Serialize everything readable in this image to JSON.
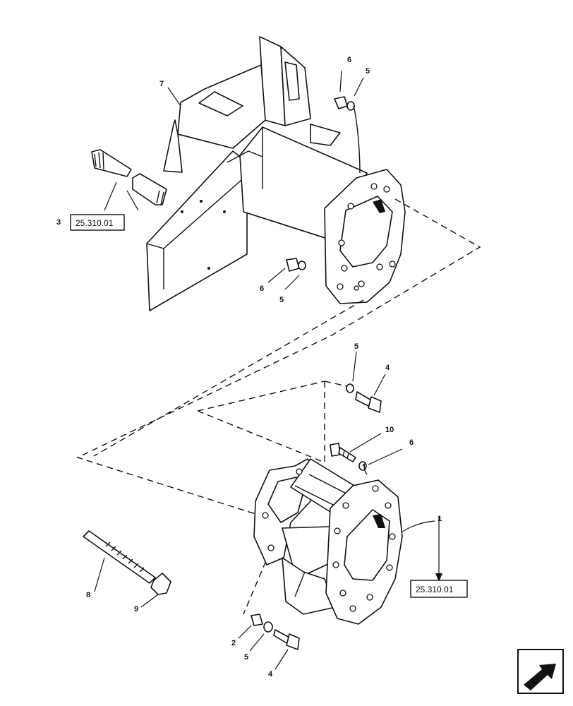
{
  "callouts": {
    "c7": "7",
    "c6_top": "6",
    "c5_top": "5",
    "c3": "3",
    "ref_upper": "25.310.01",
    "c6_mid": "6",
    "c5_mid": "5",
    "c5_bolt": "5",
    "c4_bolt": "4",
    "c10": "10",
    "c6_low": "6",
    "c1": "1",
    "ref_lower": "25.310.01",
    "c8": "8",
    "c9": "9",
    "c2": "2",
    "c5_bottom": "5",
    "c4_bottom": "4"
  },
  "icons": {
    "nav": "next-page-arrow-icon"
  },
  "colors": {
    "ink": "#111111",
    "paper": "#ffffff"
  }
}
